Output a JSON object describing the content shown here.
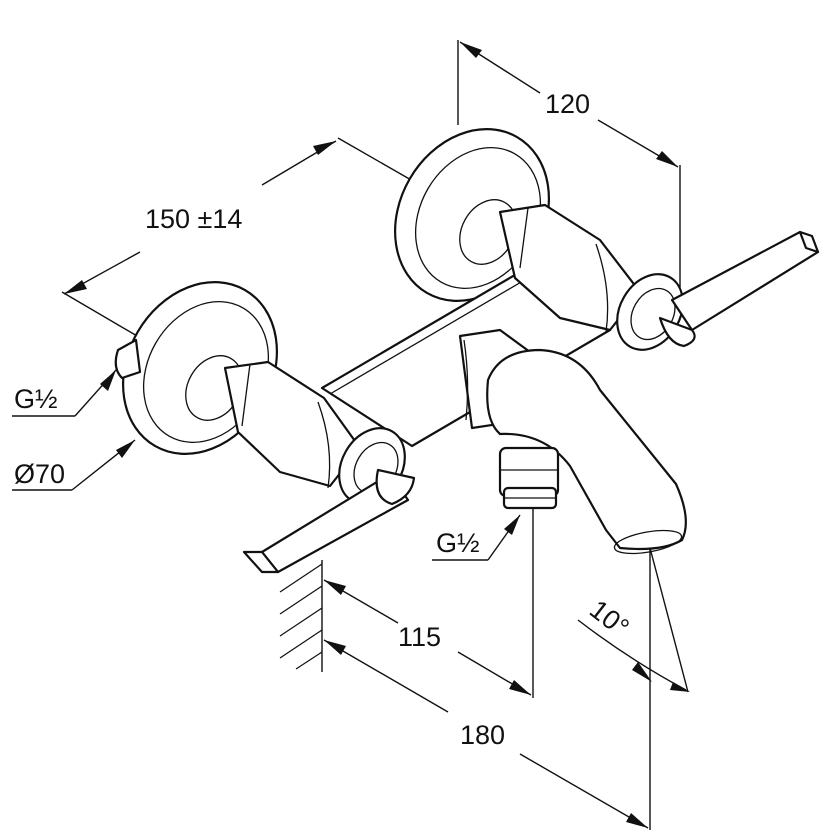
{
  "dimensions": {
    "width_120": "120",
    "centers_150": "150 ±14",
    "thread_left": "G½",
    "rosette_diameter": "Ø70",
    "thread_outlet": "G½",
    "depth_115": "115",
    "depth_180": "180",
    "angle": "10°"
  }
}
